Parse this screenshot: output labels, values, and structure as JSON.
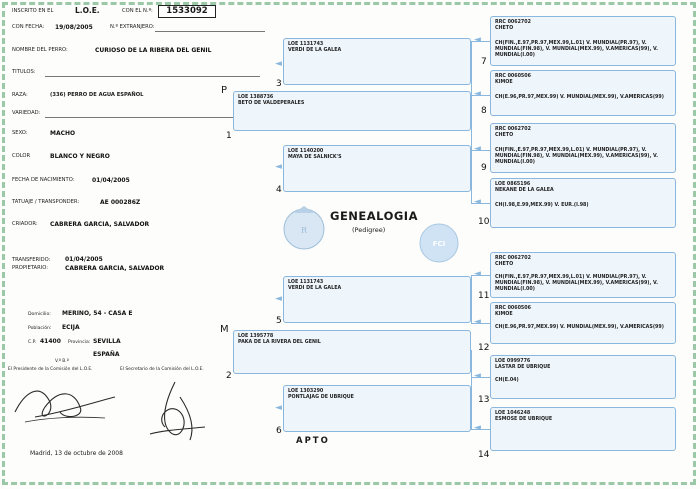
{
  "header": {
    "inscrito_label": "INSCRITO EN EL",
    "book": "L.O.E.",
    "con_el_label": "CON EL N.º:",
    "reg_number": "1533092",
    "fecha_label": "CON FECHA:",
    "fecha": "19/08/2005",
    "extranjero_label": "N.º EXTRANJERO:"
  },
  "dog": {
    "name_label": "NOMBRE DEL PERRO:",
    "name": "CURIOSO DE LA RIBERA DEL GENIL",
    "titles_label": "TITULOS:",
    "breed_label": "RAZA:",
    "breed": "(336) PERRO DE AGUA ESPAÑOL",
    "variety_label": "VARIEDAD:",
    "sex_label": "SEXO:",
    "sex": "MACHO",
    "color_label": "COLOR",
    "color": "BLANCO Y NEGRO",
    "birth_label": "FECHA DE NACIMIENTO:",
    "birth": "01/04/2005",
    "tattoo_label": "TATUAJE / TRANSPONDER:",
    "tattoo": "AE 000286Z",
    "breeder_label": "CRIADOR:",
    "breeder": "CABRERA GARCIA, SALVADOR"
  },
  "owner": {
    "transfer_label": "TRANSFERIDO:",
    "transfer_date": "01/04/2005",
    "owner_label": "PROPIETARIO:",
    "owner": "CABRERA GARCIA, SALVADOR",
    "address_label": "Domicilio:",
    "address": "MERINO, 54 - CASA E",
    "town_label": "Población:",
    "town": "ECIJA",
    "cp_label": "C.P.",
    "cp": "41400",
    "province_label": "Provincia:",
    "province": "SEVILLA",
    "country": "ESPAÑA"
  },
  "signatures": {
    "vb": "V.º B.º",
    "president": "El Presidente de la Comisión del L.O.E.",
    "secretary": "El Secretario de la Comisión del L.O.E.",
    "place_date": "Madrid,   13 de octubre de 2008"
  },
  "title": {
    "main": "GENEALOGIA",
    "sub": "(Pedigree)",
    "fci": "FCI"
  },
  "apto": "APTO",
  "markers": {
    "p": "P",
    "m": "M"
  },
  "pedigree": {
    "gen1": [
      {
        "num": "1",
        "reg": "LOE 1388736",
        "name": "BETO DE VALDEPERALES"
      },
      {
        "num": "2",
        "reg": "LOE 1395778",
        "name": "PAKA DE LA RIVERA DEL GENIL"
      }
    ],
    "gen2": [
      {
        "num": "3",
        "reg": "LOE 1131743",
        "name": "VERDI DE LA GALEA"
      },
      {
        "num": "4",
        "reg": "LOE 1140200",
        "name": "MAYA DE SALNICK'S"
      },
      {
        "num": "5",
        "reg": "LOE 1131743",
        "name": "VERDI DE LA GALEA"
      },
      {
        "num": "6",
        "reg": "LOE 1303290",
        "name": "PONTLAJAG DE UBRIQUE"
      }
    ],
    "gen3": [
      {
        "num": "7",
        "reg": "RRC 0062702",
        "name": "CHETO",
        "titles": [
          "CH(FIN.,E.97,PR.97,MEX.99,L.01) V. MUNDIAL(PR.97), V.",
          "MUNDIAL(FIN.98), V. MUNDIAL(MEX.99), V.AMERICAS(99), V.",
          "MUNDIAL(I.00)"
        ]
      },
      {
        "num": "8",
        "reg": "RRC 0060506",
        "name": "KIMOE",
        "titles": [
          "CH(E.96,PR.97,MEX.99) V. MUNDIAL(MEX.99), V.AMERICAS(99)"
        ]
      },
      {
        "num": "9",
        "reg": "RRC 0062702",
        "name": "CHETO",
        "titles": [
          "CH(FIN.,E.97,PR.97,MEX.99,L.01) V. MUNDIAL(PR.97), V.",
          "MUNDIAL(FIN.98), V. MUNDIAL(MEX.99), V.AMERICAS(99), V.",
          "MUNDIAL(I.00)"
        ]
      },
      {
        "num": "10",
        "reg": "LOE 0865196",
        "name": "NEKANE DE LA GALEA",
        "titles": [
          "CH(I.98,E.99,MEX.99) V. EUR.(I.98)"
        ]
      },
      {
        "num": "11",
        "reg": "RRC 0062702",
        "name": "CHETO",
        "titles": [
          "CH(FIN.,E.97,PR.97,MEX.99,L.01) V. MUNDIAL(PR.97), V.",
          "MUNDIAL(FIN.98), V. MUNDIAL(MEX.99), V.AMERICAS(99), V.",
          "MUNDIAL(I.00)"
        ]
      },
      {
        "num": "12",
        "reg": "RRC 0060506",
        "name": "KIMOE",
        "titles": [
          "CH(E.96,PR.97,MEX.99) V. MUNDIAL(MEX.99), V.AMERICAS(99)"
        ]
      },
      {
        "num": "13",
        "reg": "LOE 0999776",
        "name": "LASTAR DE UBRIQUE",
        "titles": [
          "CH(E.04)"
        ]
      },
      {
        "num": "14",
        "reg": "LOE 1046248",
        "name": "ESMOSE DE UBRIQUE",
        "titles": []
      }
    ]
  }
}
